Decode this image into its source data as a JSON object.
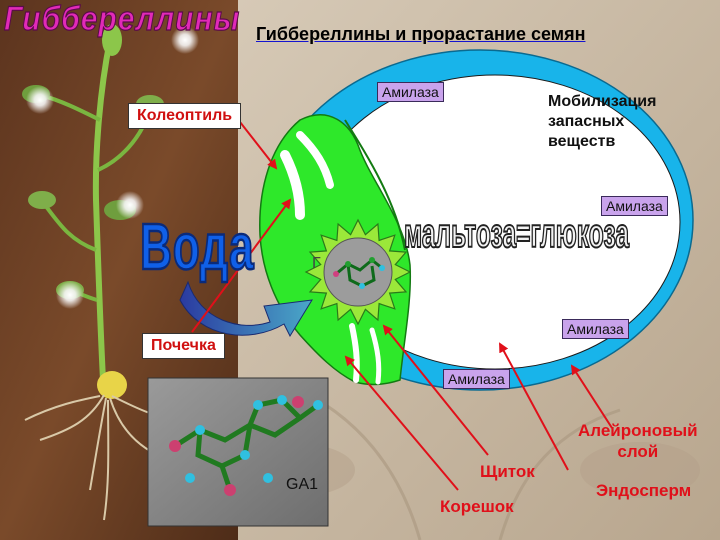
{
  "header": {
    "corner_title": "Гиббереллины",
    "title": "Гиббереллины и прорастание семян"
  },
  "labels": {
    "voda": "Вода",
    "koleoptil": "Колеоптиль",
    "pochechka": "Почечка",
    "mobilization": [
      "Мобилизация",
      "запасных",
      "веществ"
    ],
    "maltose": "мальтоза=глюкоза",
    "ga1": "GA1",
    "shchitok": "Щиток",
    "koreshok": "Корешок",
    "aleurone": [
      "Алейроновый",
      "слой"
    ],
    "endosperm": "Эндосперм",
    "g_letter": "Г"
  },
  "amylase": [
    "Амилаза",
    "Амилаза",
    "Амилаза",
    "Амилаза"
  ],
  "colors": {
    "background_left": "#6b3e22",
    "background_right": "#c6b7a4",
    "seed_outline": "#18b4ea",
    "embryo": "#2ee82a",
    "endosperm": "#ffffff",
    "amylase_box": "#c9a3ec",
    "arrows": "#e0101a",
    "water_text": "#1060e8",
    "maltose_text": "#f2f2f2",
    "title_text": "#000000",
    "corner_title_text": "#e12ab8"
  }
}
